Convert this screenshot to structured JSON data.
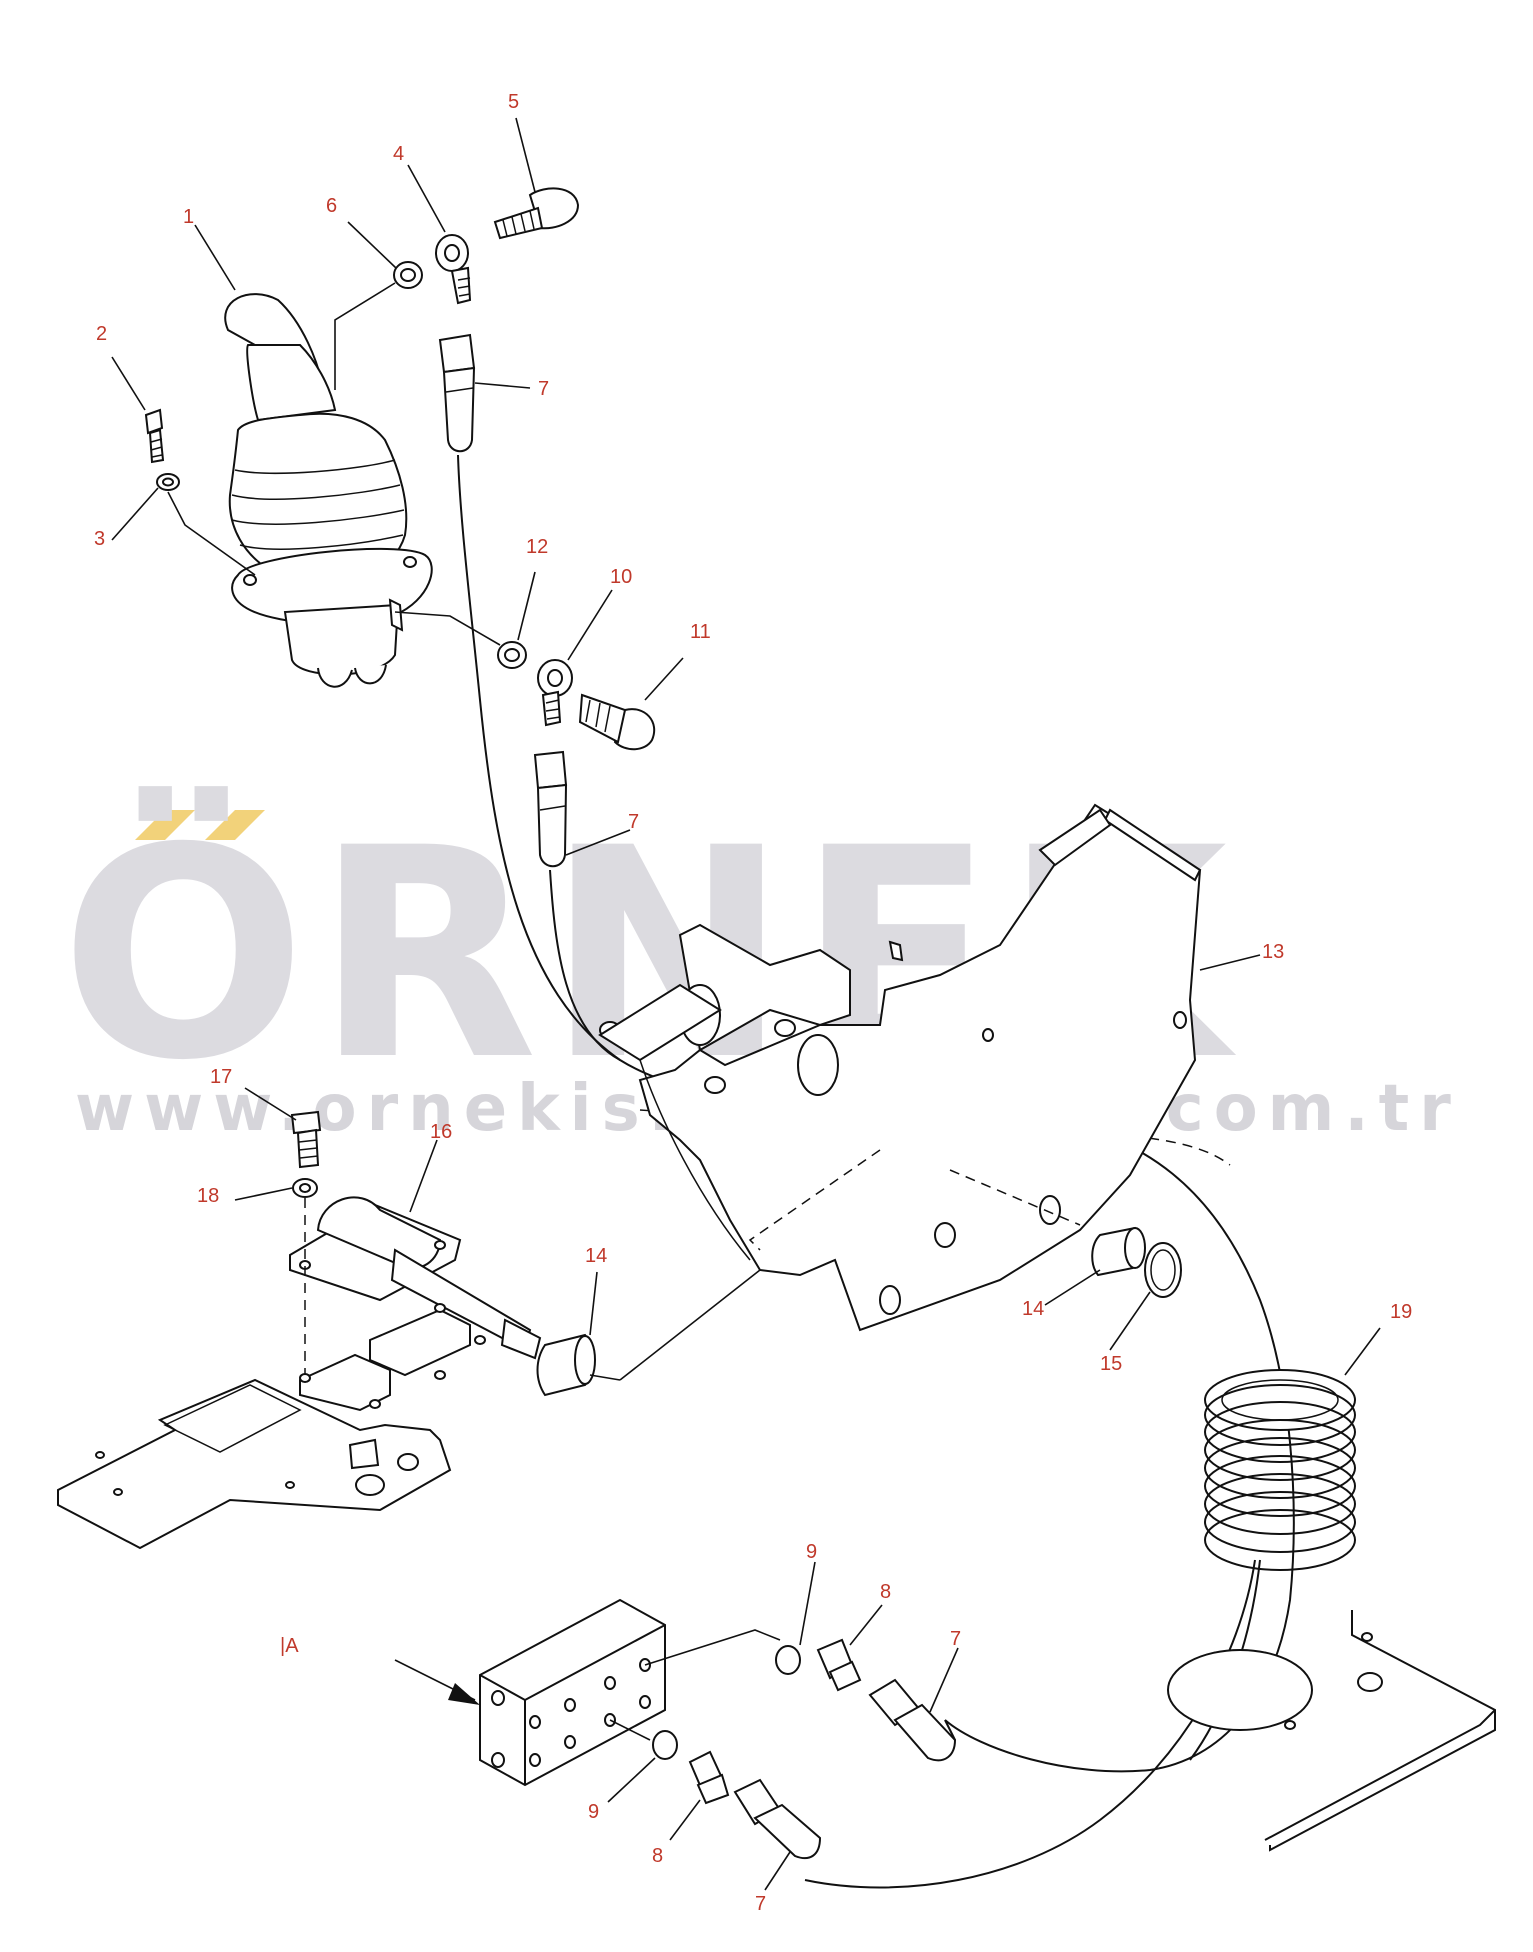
{
  "watermark": {
    "brand": "ÖRNEK",
    "url": "www.ornekismakinalari.com.tr",
    "accent_color": "#f2d27a"
  },
  "view_marker": "|A",
  "labels": {
    "p1": "1",
    "p2": "2",
    "p3": "3",
    "p4": "4",
    "p5": "5",
    "p6": "6",
    "p7a": "7",
    "p7b": "7",
    "p7c": "7",
    "p7d": "7",
    "p8a": "8",
    "p8b": "8",
    "p9a": "9",
    "p9b": "9",
    "p10": "10",
    "p11": "11",
    "p12": "12",
    "p13": "13",
    "p14a": "14",
    "p14b": "14",
    "p15": "15",
    "p16": "16",
    "p17": "17",
    "p18": "18",
    "p19": "19"
  },
  "colors": {
    "label": "#c0392b",
    "line": "#111111",
    "watermark": "#dcdbe0"
  }
}
